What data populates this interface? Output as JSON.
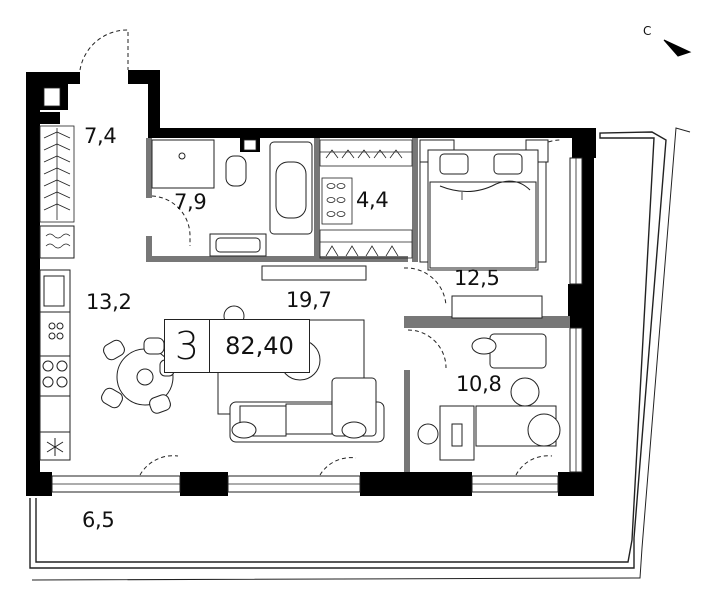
{
  "plan": {
    "rooms_count": "3",
    "total_area": "82,40",
    "compass_label": "С",
    "rooms": [
      {
        "id": "hall",
        "area": "7,4"
      },
      {
        "id": "bathroom",
        "area": "7,9"
      },
      {
        "id": "wardrobe",
        "area": "4,4"
      },
      {
        "id": "bedroom",
        "area": "12,5"
      },
      {
        "id": "kitchen",
        "area": "13,2"
      },
      {
        "id": "living",
        "area": "19,7"
      },
      {
        "id": "study",
        "area": "10,8"
      },
      {
        "id": "terrace",
        "area": "6,5"
      }
    ]
  },
  "colors": {
    "wall": "#000000",
    "partition": "#555555",
    "line": "#222222"
  }
}
